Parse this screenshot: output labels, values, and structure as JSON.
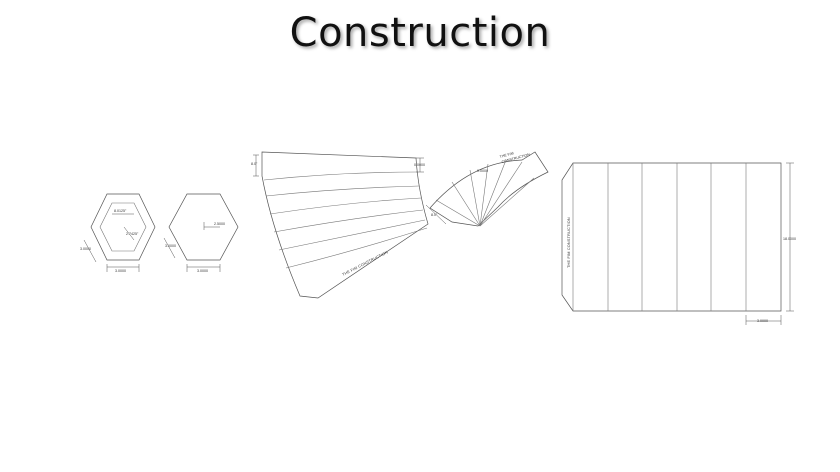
{
  "title": "Construction",
  "drawings": {
    "hex_outlined": {
      "inner_top_dim": "8.0125\"",
      "inner_diag_dim": "2.7425\"",
      "left_dim": "3.0000",
      "bottom_dim": "3.0000"
    },
    "hex_solid": {
      "center_dim": "2.5000",
      "left_dim": "3.0000",
      "bottom_dim": "3.0000"
    },
    "fan_sheet": {
      "left_dim": "8.0\"",
      "right_dim": "0.0000",
      "label": "THE FIM CONSTRUCTION"
    },
    "fan_small": {
      "label_line1": "THE FIM",
      "label_line2": "CONSTRUCTION",
      "top_dim": "0.0000",
      "left_dim": "8.0\""
    },
    "rect_panel": {
      "label": "THE FIM CONSTRUCTION",
      "right_dim": "18.0000",
      "bottom_dim": "3.0000"
    }
  }
}
